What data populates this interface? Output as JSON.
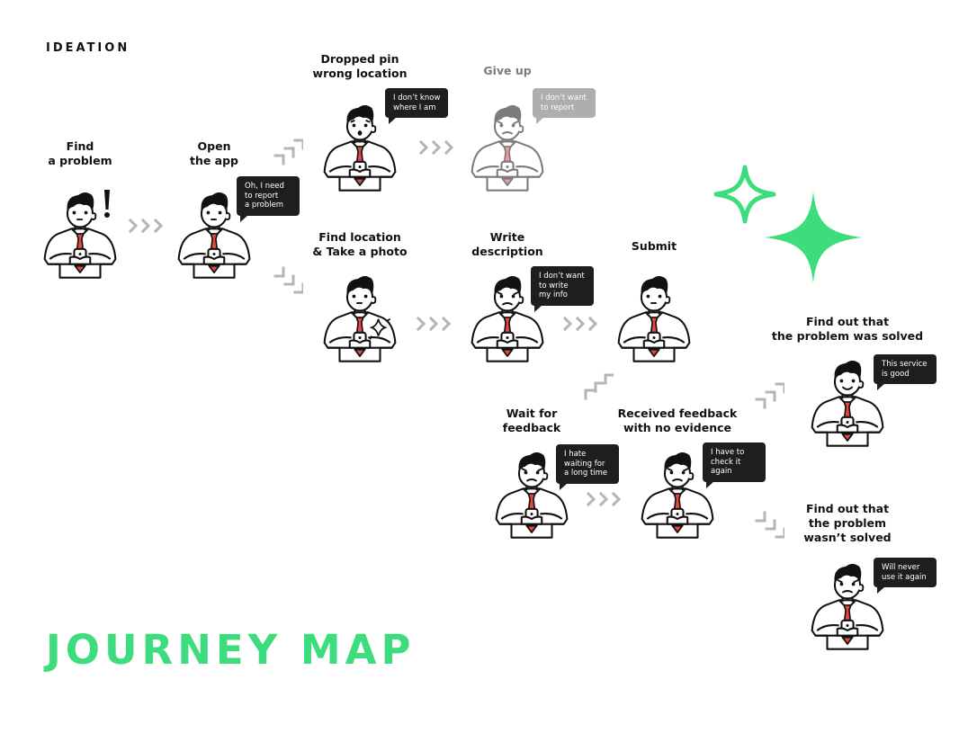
{
  "header": {
    "eyebrow": "IDEATION",
    "title": "JOURNEY MAP"
  },
  "colors": {
    "accent": "#3ddc7d",
    "tie": "#e8473f",
    "bubble": "#1e1e1e",
    "bubble_muted": "#6d6d6d",
    "arrow": "#b5b5b5"
  },
  "steps": {
    "find_problem": {
      "label": [
        "Find",
        "a problem"
      ],
      "bubble": [],
      "mood": "neutral",
      "extra": "exclamation"
    },
    "open_app": {
      "label": [
        "Open",
        "the app"
      ],
      "bubble": [
        "Oh, I need",
        "to report",
        "a problem"
      ],
      "mood": "neutral"
    },
    "dropped_pin": {
      "label": [
        "Dropped pin",
        "wrong location"
      ],
      "bubble": [
        "I don’t know",
        "where I am"
      ],
      "mood": "worried"
    },
    "give_up": {
      "label": [
        "Give up"
      ],
      "bubble": [
        "I don’t want",
        "to report"
      ],
      "mood": "angry"
    },
    "find_location": {
      "label": [
        "Find location",
        "& Take a photo"
      ],
      "bubble": [],
      "mood": "neutral",
      "extra": "sparkle"
    },
    "write_description": {
      "label": [
        "Write",
        "description"
      ],
      "bubble": [
        "I don’t want",
        "to write",
        "my info"
      ],
      "mood": "angry"
    },
    "submit": {
      "label": [
        "Submit"
      ],
      "bubble": [],
      "mood": "neutral"
    },
    "wait_feedback": {
      "label": [
        "Wait for",
        "feedback"
      ],
      "bubble": [
        "I hate",
        "waiting for",
        "a long time"
      ],
      "mood": "angry"
    },
    "received_feedback": {
      "label": [
        "Received feedback",
        "with no evidence"
      ],
      "bubble": [
        "I have to",
        "check it",
        "again"
      ],
      "mood": "angry"
    },
    "solved": {
      "label": [
        "Find out that",
        "the problem was solved"
      ],
      "bubble": [
        "This service",
        "is good"
      ],
      "mood": "happy"
    },
    "not_solved": {
      "label": [
        "Find out that",
        "the problem",
        "wasn’t solved"
      ],
      "bubble": [
        "Will never",
        "use it again"
      ],
      "mood": "angry"
    }
  }
}
